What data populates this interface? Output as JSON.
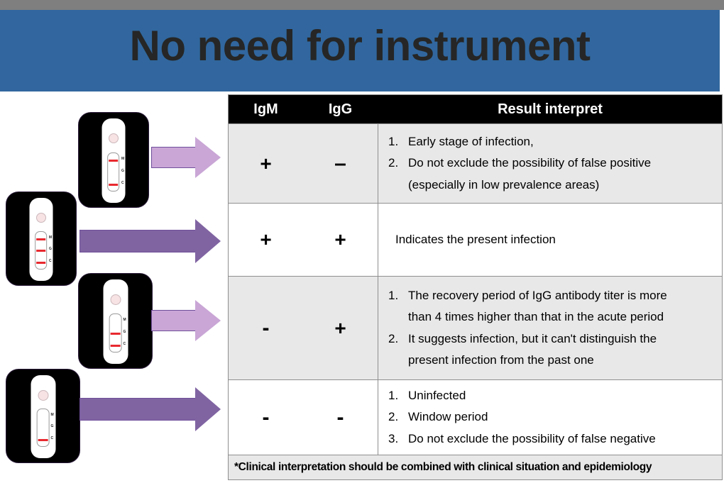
{
  "slide": {
    "title": "No need for instrument",
    "accent_blue": "#31679E",
    "topbar_gray": "#7F7F7F",
    "arrow_light": "#C9A6D6",
    "arrow_dark": "#8064A2",
    "band_red": "#E8292F"
  },
  "illustration": {
    "band_labels": {
      "m": "M",
      "g": "G",
      "c": "C"
    },
    "cassettes": [
      {
        "name": "cassette-igm-pos-igg-neg",
        "m": true,
        "g": false,
        "c": true
      },
      {
        "name": "cassette-igm-pos-igg-pos",
        "m": true,
        "g": true,
        "c": true
      },
      {
        "name": "cassette-igm-neg-igg-pos",
        "m": false,
        "g": true,
        "c": true
      },
      {
        "name": "cassette-igm-neg-igg-neg",
        "m": false,
        "g": false,
        "c": true
      }
    ],
    "arrows": [
      {
        "name": "arrow-row-1",
        "style": "light"
      },
      {
        "name": "arrow-row-2",
        "style": "dark"
      },
      {
        "name": "arrow-row-3",
        "style": "light"
      },
      {
        "name": "arrow-row-4",
        "style": "dark"
      }
    ]
  },
  "table": {
    "headers": {
      "igm": "IgM",
      "igg": "IgG",
      "result": "Result interpret"
    },
    "rows": [
      {
        "igm": "+",
        "igg": "–",
        "shaded": true,
        "items": [
          {
            "num": "1.",
            "lines": [
              "Early stage of infection,"
            ]
          },
          {
            "num": "2.",
            "lines": [
              "Do not exclude the possibility of false positive",
              "(especially in low prevalence areas)"
            ]
          }
        ]
      },
      {
        "igm": "+",
        "igg": "+",
        "shaded": false,
        "simple": "Indicates the present infection",
        "items": []
      },
      {
        "igm": "-",
        "igg": "+",
        "shaded": true,
        "items": [
          {
            "num": "1.",
            "lines": [
              "The recovery period of IgG antibody titer is more",
              "than 4 times higher than that in the acute period"
            ]
          },
          {
            "num": "2.",
            "lines": [
              "It suggests infection, but it can't distinguish the",
              "present infection from the past one"
            ]
          }
        ]
      },
      {
        "igm": "-",
        "igg": "-",
        "shaded": false,
        "items": [
          {
            "num": "1.",
            "lines": [
              "Uninfected"
            ]
          },
          {
            "num": "2.",
            "lines": [
              "Window period"
            ]
          },
          {
            "num": "3.",
            "lines": [
              "Do not exclude the possibility of false negative"
            ]
          }
        ]
      }
    ],
    "footnote": "*Clinical interpretation should be combined with clinical situation and epidemiology"
  }
}
